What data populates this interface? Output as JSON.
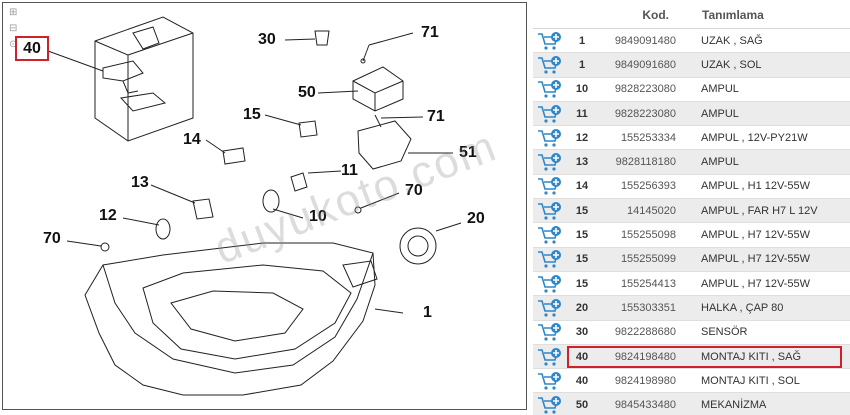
{
  "diagram": {
    "selected_callout": "40",
    "callouts": [
      "30",
      "71",
      "50",
      "15",
      "71",
      "14",
      "11",
      "51",
      "13",
      "70",
      "12",
      "10",
      "20",
      "70",
      "1"
    ],
    "watermark": "duyukoto.com"
  },
  "table": {
    "headers": {
      "kod": "Kod.",
      "tanimlama": "Tanımlama"
    },
    "colors": {
      "alt_row": "#ececec",
      "highlight": "#d0202a",
      "cart_icon": "#2f86c8"
    },
    "selected_row": 13,
    "rows": [
      {
        "qty": "1",
        "kod": "9849091480",
        "tanim": "UZAK , SAĞ"
      },
      {
        "qty": "1",
        "kod": "9849091680",
        "tanim": "UZAK , SOL"
      },
      {
        "qty": "10",
        "kod": "9828223080",
        "tanim": "AMPUL"
      },
      {
        "qty": "11",
        "kod": "9828223080",
        "tanim": "AMPUL"
      },
      {
        "qty": "12",
        "kod": "155253334",
        "tanim": "AMPUL , 12V-PY21W"
      },
      {
        "qty": "13",
        "kod": "9828118180",
        "tanim": "AMPUL"
      },
      {
        "qty": "14",
        "kod": "155256393",
        "tanim": "AMPUL , H1 12V-55W"
      },
      {
        "qty": "15",
        "kod": "14145020",
        "tanim": "AMPUL , FAR H7 L 12V"
      },
      {
        "qty": "15",
        "kod": "155255098",
        "tanim": "AMPUL , H7 12V-55W"
      },
      {
        "qty": "15",
        "kod": "155255099",
        "tanim": "AMPUL , H7 12V-55W"
      },
      {
        "qty": "15",
        "kod": "155254413",
        "tanim": "AMPUL , H7 12V-55W"
      },
      {
        "qty": "20",
        "kod": "155303351",
        "tanim": "HALKA , ÇAP 80"
      },
      {
        "qty": "30",
        "kod": "9822288680",
        "tanim": "SENSÖR"
      },
      {
        "qty": "40",
        "kod": "9824198480",
        "tanim": "MONTAJ KITI , SAĞ"
      },
      {
        "qty": "40",
        "kod": "9824198980",
        "tanim": "MONTAJ KITI , SOL"
      },
      {
        "qty": "50",
        "kod": "9845433480",
        "tanim": "MEKANİZMA"
      }
    ]
  }
}
